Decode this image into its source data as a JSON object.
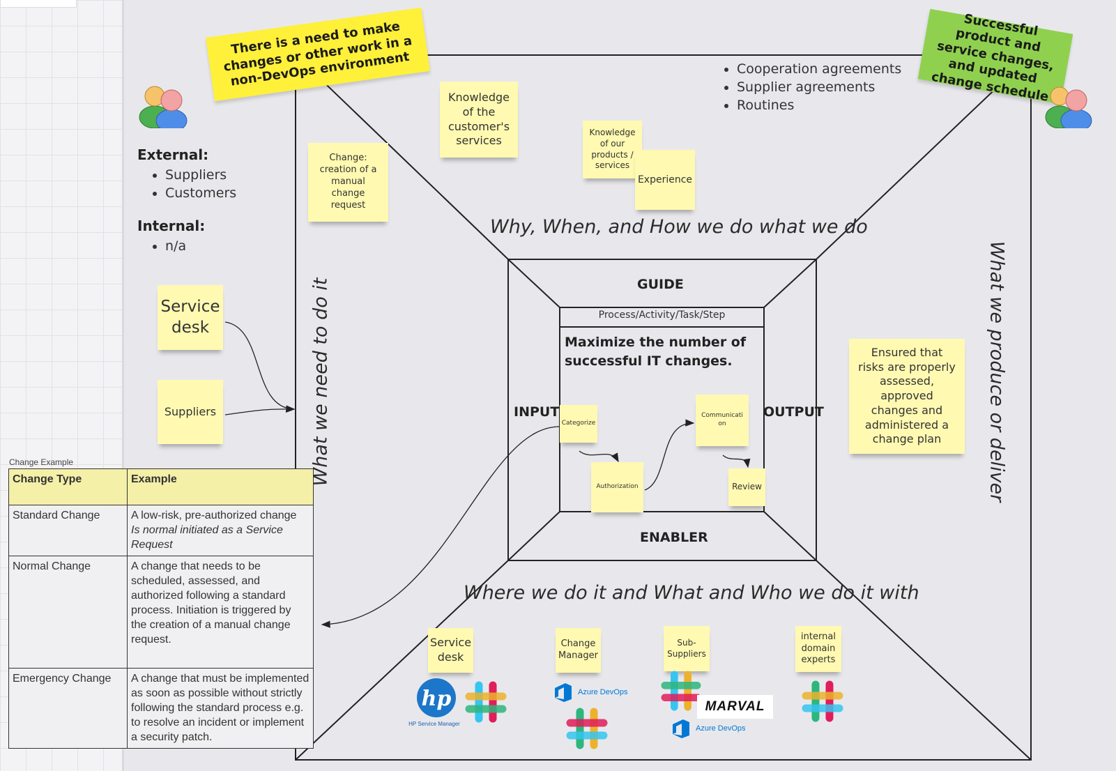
{
  "banners": {
    "need": "There is a need to make changes or other work in a non-DevOps environment",
    "success": "Successful product and service changes, and updated change schedule"
  },
  "stakeholders": {
    "external_heading": "External:",
    "external_items": [
      "Suppliers",
      "Customers"
    ],
    "internal_heading": "Internal:",
    "internal_items": [
      "n/a"
    ]
  },
  "guide_items": [
    "Cooperation agreements",
    "Supplier agreements",
    "Routines"
  ],
  "axes": {
    "top": "Why, When, and How we do what we do",
    "left": "What we need to do it",
    "right": "What we produce or deliver",
    "bottom": "Where we do it and What and Who we do it with"
  },
  "center": {
    "guide": "GUIDE",
    "input": "INPUT",
    "output": "OUTPUT",
    "enabler": "ENABLER",
    "process_header": "Process/Activity/Task/Step",
    "goal": "Maximize the number of successful IT changes."
  },
  "stickies": {
    "knowledge_customer": "Knowledge of the customer's services",
    "knowledge_products": "Knowledge of our products / services",
    "experience": "Experience",
    "change_manual": "Change: creation of a manual change request",
    "service_desk_input": "Service desk",
    "suppliers_input": "Suppliers",
    "categorize": "Categorize",
    "authorization": "Authorization",
    "communication": "Communicati on",
    "review": "Review",
    "output_result": "Ensured that risks are properly assessed, approved changes and administered a change plan",
    "service_desk_enabler": "Service desk",
    "change_manager": "Change Manager",
    "sub_suppliers": "Sub-Suppliers",
    "internal_experts": "internal domain experts"
  },
  "logos": {
    "hp_caption": "HP Service Manager",
    "azure_1": "Azure DevOps",
    "azure_2": "Azure DevOps",
    "marval": "MARVAL"
  },
  "change_table": {
    "caption": "Change Example",
    "headers": [
      "Change Type",
      "Example"
    ],
    "rows": [
      {
        "type": "Standard Change",
        "example": "A low-risk, pre-authorized change",
        "note": "Is normal initiated as a Service Request"
      },
      {
        "type": "Normal Change",
        "example": "A change that needs to be scheduled, assessed, and authorized following a standard process. Initiation is triggered by the creation of a manual change request.",
        "note": ""
      },
      {
        "type": "Emergency Change",
        "example": "A change that must be implemented as soon as possible without strictly following the standard process e.g. to resolve an incident or implement a security patch.",
        "note": ""
      }
    ]
  },
  "colors": {
    "canvas": "#e8e8ec",
    "sticky": "#fff9b1",
    "banner_yellow": "#fff03a",
    "banner_green": "#8fd14f",
    "table_header": "#f5f0a8"
  }
}
